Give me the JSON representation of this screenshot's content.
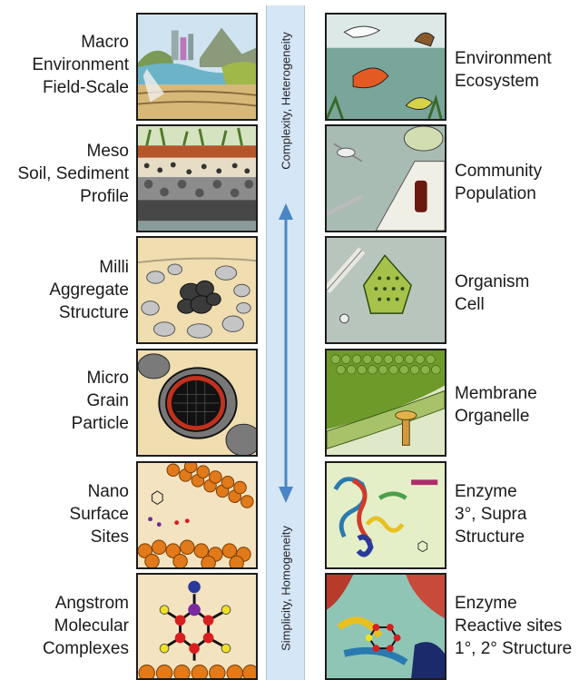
{
  "left_scales": [
    {
      "lines": [
        "Macro",
        "Environment",
        "Field-Scale"
      ]
    },
    {
      "lines": [
        "Meso",
        "Soil, Sediment",
        "Profile"
      ]
    },
    {
      "lines": [
        "Milli",
        "Aggregate",
        "Structure"
      ]
    },
    {
      "lines": [
        "Micro",
        "Grain",
        "Particle"
      ]
    },
    {
      "lines": [
        "Nano",
        "Surface",
        "Sites"
      ]
    },
    {
      "lines": [
        "Angstrom",
        "Molecular",
        "Complexes"
      ]
    }
  ],
  "right_scales": [
    {
      "lines": [
        "Environment",
        "Ecosystem"
      ]
    },
    {
      "lines": [
        "Community",
        "Population"
      ]
    },
    {
      "lines": [
        "Organism",
        "Cell"
      ]
    },
    {
      "lines": [
        "Membrane",
        "Organelle"
      ]
    },
    {
      "lines": [
        "Enzyme",
        "3°, Supra",
        "Structure"
      ]
    },
    {
      "lines": [
        "Enzyme",
        "Reactive sites",
        "1°, 2° Structure"
      ]
    }
  ],
  "axis": {
    "top_label": "Complexity, Heterogeneity",
    "bottom_label": "Simplicity, Homogeneity"
  },
  "colors": {
    "axis_band": "#d5e6f7",
    "arrow": "#4a86c5"
  }
}
